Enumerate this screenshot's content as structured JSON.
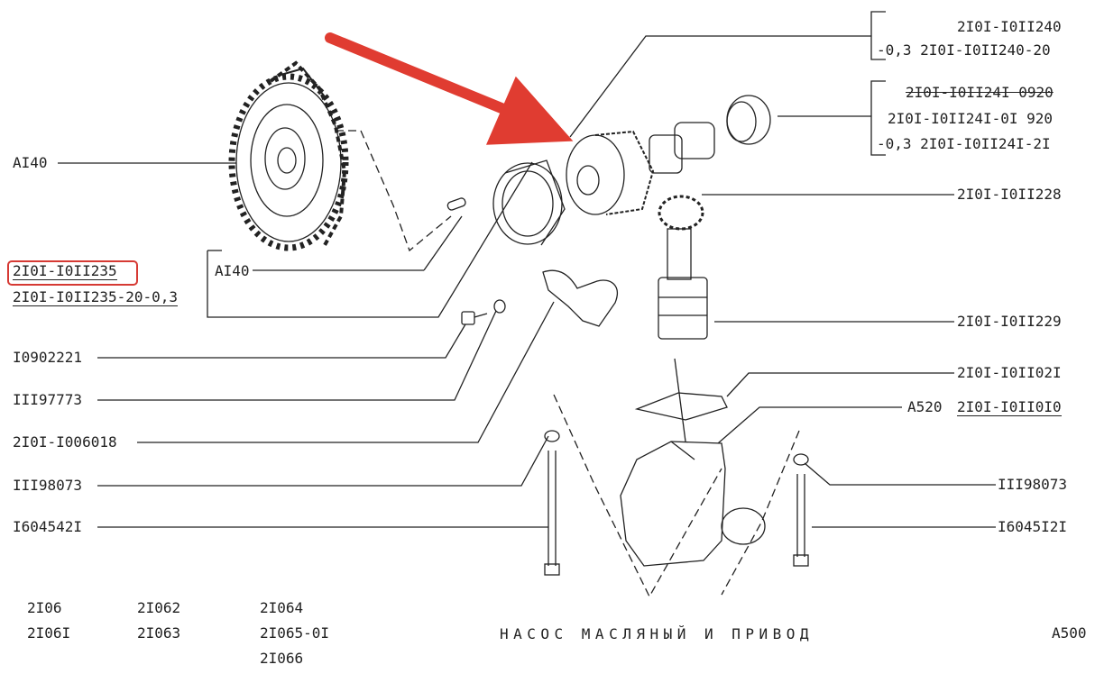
{
  "labels": {
    "left": {
      "a140_sprocket": "AI40",
      "p235": "2I0I-I0II235",
      "p235_20": "2I0I-I0II235-20-0,3",
      "a140_pin": "AI40",
      "p10902221": "I0902221",
      "p11197773": "III97773",
      "p21011006018": "2I0I-I006018",
      "p11198073": "III98073",
      "p16045421": "I604542I"
    },
    "right": {
      "p240": "2I0I-I0II240",
      "p240_20": "-0,3 2I0I-I0II240-20",
      "p241_old": "2I0I-I0II24I 0920",
      "p241_01": "2I0I-I0II24I-0I 920",
      "p241_21": "-0,3 2I0I-I0II24I-2I",
      "p228": "2I0I-I0II228",
      "p229": "2I0I-I0II229",
      "p021": "2I0I-I0II02I",
      "a520": "A520",
      "p010": "2I0I-I0II0I0",
      "p11198073": "III98073",
      "p16045121": "I6045I2I"
    },
    "models": [
      "2I06",
      "2I06I",
      "2I062",
      "2I063",
      "2I064",
      "2I065-0I",
      "2I066"
    ],
    "title": "НАСОС МАСЛЯНЫЙ И ПРИВОД",
    "sheet": "A500"
  },
  "colors": {
    "line": "#222222",
    "highlight": "#d63a34",
    "arrow": "#e03c31"
  },
  "icons": {
    "sprocket": "chain-sprocket-icon",
    "shaft": "gear-shaft-icon",
    "pump": "oil-pump-icon"
  }
}
